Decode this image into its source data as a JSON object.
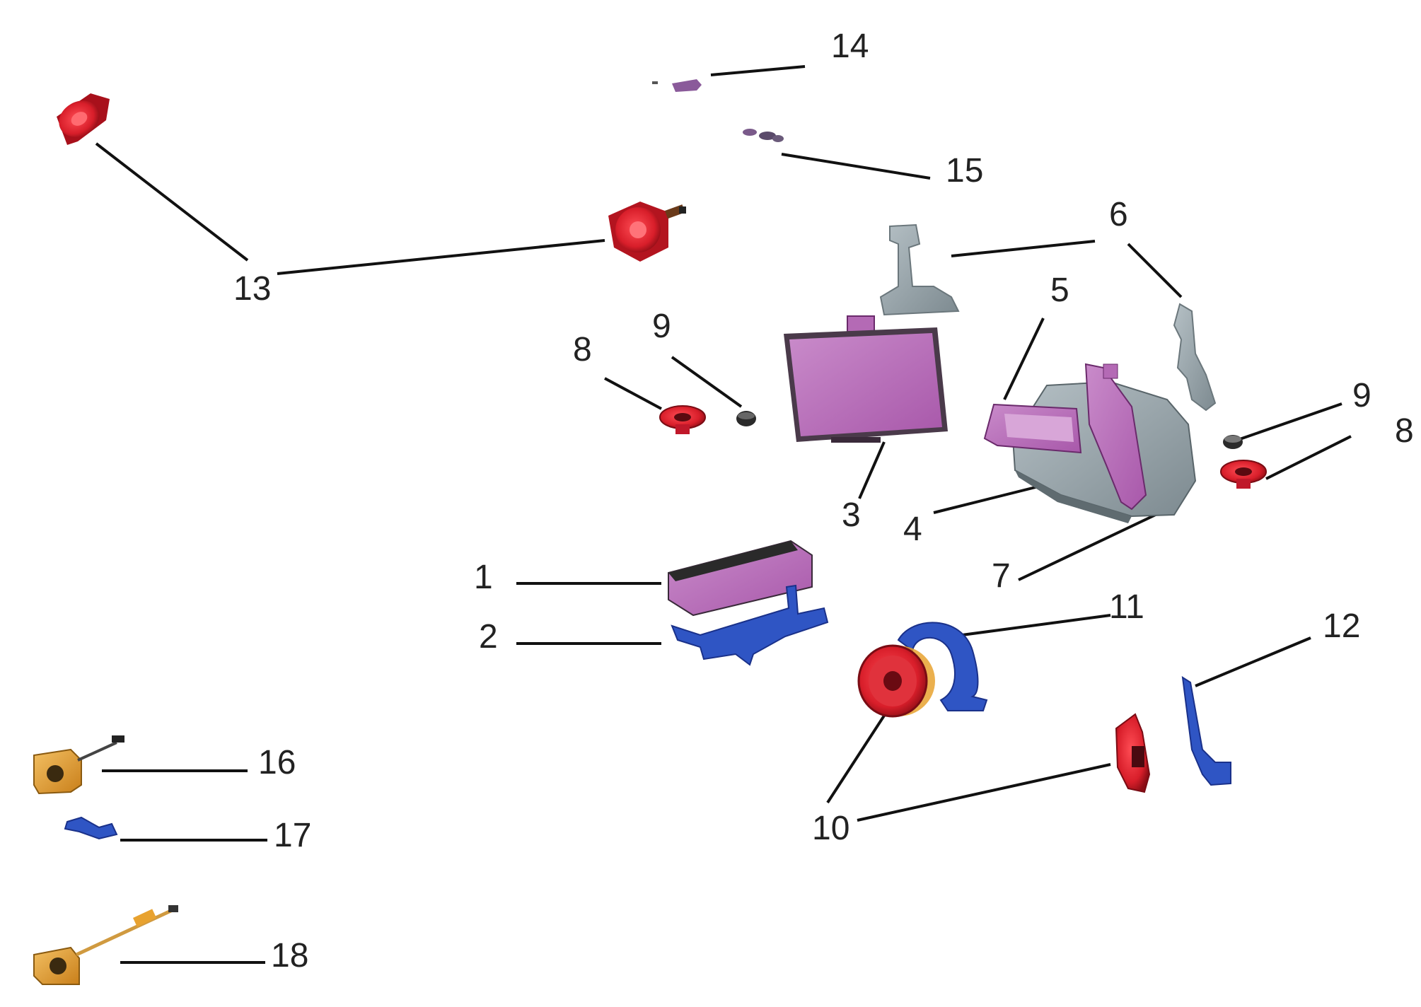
{
  "diagram": {
    "callouts": [
      {
        "id": "1",
        "label": "1"
      },
      {
        "id": "2",
        "label": "2"
      },
      {
        "id": "3",
        "label": "3"
      },
      {
        "id": "4",
        "label": "4"
      },
      {
        "id": "5",
        "label": "5"
      },
      {
        "id": "6",
        "label": "6"
      },
      {
        "id": "7",
        "label": "7"
      },
      {
        "id": "8a",
        "label": "8"
      },
      {
        "id": "8b",
        "label": "8"
      },
      {
        "id": "9a",
        "label": "9"
      },
      {
        "id": "9b",
        "label": "9"
      },
      {
        "id": "10",
        "label": "10"
      },
      {
        "id": "11",
        "label": "11"
      },
      {
        "id": "12",
        "label": "12"
      },
      {
        "id": "13",
        "label": "13"
      },
      {
        "id": "14",
        "label": "14"
      },
      {
        "id": "15",
        "label": "15"
      },
      {
        "id": "16",
        "label": "16"
      },
      {
        "id": "17",
        "label": "17"
      },
      {
        "id": "18",
        "label": "18"
      }
    ],
    "colors": {
      "speaker_red": "#d81e2a",
      "display_purple": "#b46ab5",
      "bracket_blue": "#2f55c4",
      "camera_orange": "#e8a22f",
      "housing_gray": "#8e9aa0",
      "leader_line": "#111111"
    }
  }
}
